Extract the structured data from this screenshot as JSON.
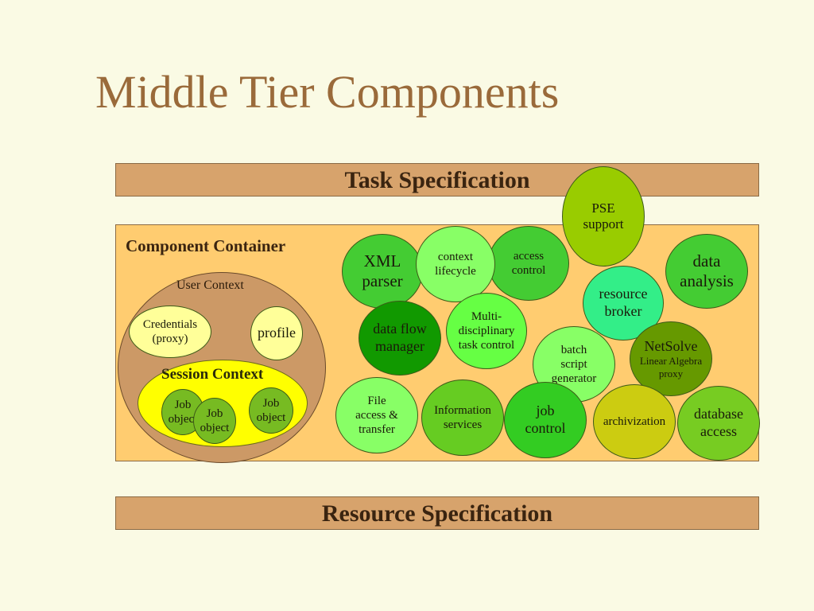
{
  "slide": {
    "title": "Middle Tier Components",
    "task_band": "Task Specification",
    "resource_band": "Resource Specification",
    "container_title": "Component Container"
  },
  "user_context": {
    "label": "User Context",
    "credentials": [
      "Credentials",
      "(proxy)"
    ],
    "profile": "profile",
    "session": {
      "label": "Session Context",
      "job_objects": [
        [
          "Job",
          "object"
        ],
        [
          "Job",
          "object"
        ],
        [
          "Job",
          "object"
        ]
      ]
    }
  },
  "components": {
    "pse": [
      "PSE",
      "support"
    ],
    "xml_parser": [
      "XML",
      "parser"
    ],
    "context_lifecycle": [
      "context",
      "lifecycle"
    ],
    "access_control": [
      "access",
      "control"
    ],
    "data_analysis": [
      "data",
      "analysis"
    ],
    "resource_broker": [
      "resource",
      "broker"
    ],
    "data_flow_manager": [
      "data flow",
      "manager"
    ],
    "multi_disciplinary": [
      "Multi-",
      "disciplinary",
      "task control"
    ],
    "batch_script": [
      "batch",
      "script",
      "generator"
    ],
    "netsolve": [
      "NetSolve",
      "Linear Algebra",
      "proxy"
    ],
    "file_access": [
      "File",
      "access &",
      "transfer"
    ],
    "information_services": [
      "Information",
      "services"
    ],
    "job_control": [
      "job",
      "control"
    ],
    "archivization": [
      "archivization"
    ],
    "database_access": [
      "database",
      "access"
    ]
  },
  "colors": {
    "background": "#fafae4",
    "title": "#9a6a3a",
    "band": "#d7a36c",
    "container": "#ffcc70",
    "user_context": "#cc9966",
    "session_context": "#ffff00",
    "green_mid": "#44cc33",
    "green_light": "#88ff66",
    "green_lime": "#99cc00",
    "green_dark": "#119900",
    "olive": "#669900",
    "khaki": "#cccc11"
  }
}
